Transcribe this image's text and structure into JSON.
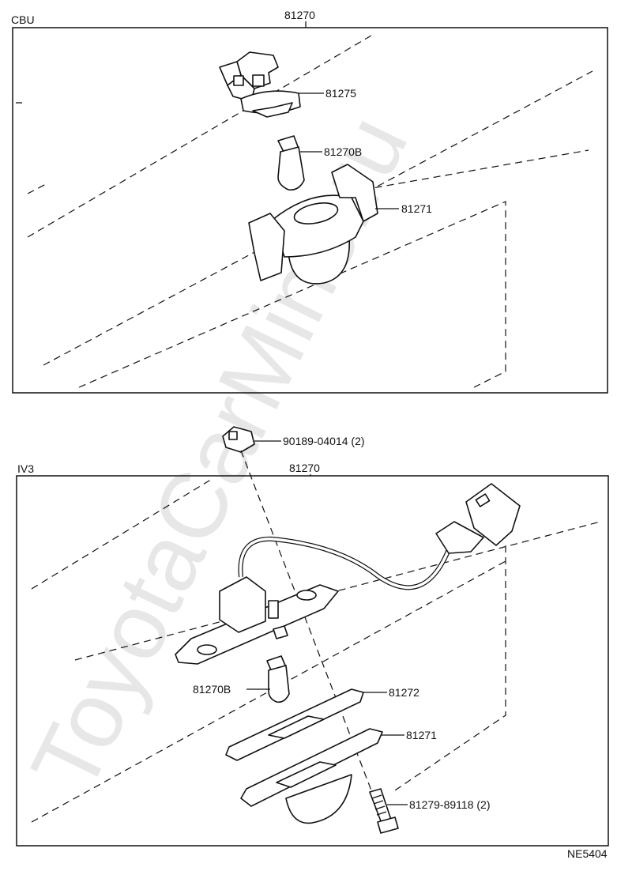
{
  "watermark": "ToyotaCarMine.ru",
  "diagram_code": "NE5404",
  "sections": [
    {
      "region": "CBU",
      "assembly": "81270",
      "parts": [
        {
          "part_no": "81275"
        },
        {
          "part_no": "81270B"
        },
        {
          "part_no": "81271"
        }
      ]
    },
    {
      "region": "IV3",
      "assembly": "81270",
      "parts": [
        {
          "part_no": "90189-04014 (2)"
        },
        {
          "part_no": "81270B"
        },
        {
          "part_no": "81272"
        },
        {
          "part_no": "81271"
        },
        {
          "part_no": "81279-89118 (2)"
        }
      ]
    }
  ]
}
